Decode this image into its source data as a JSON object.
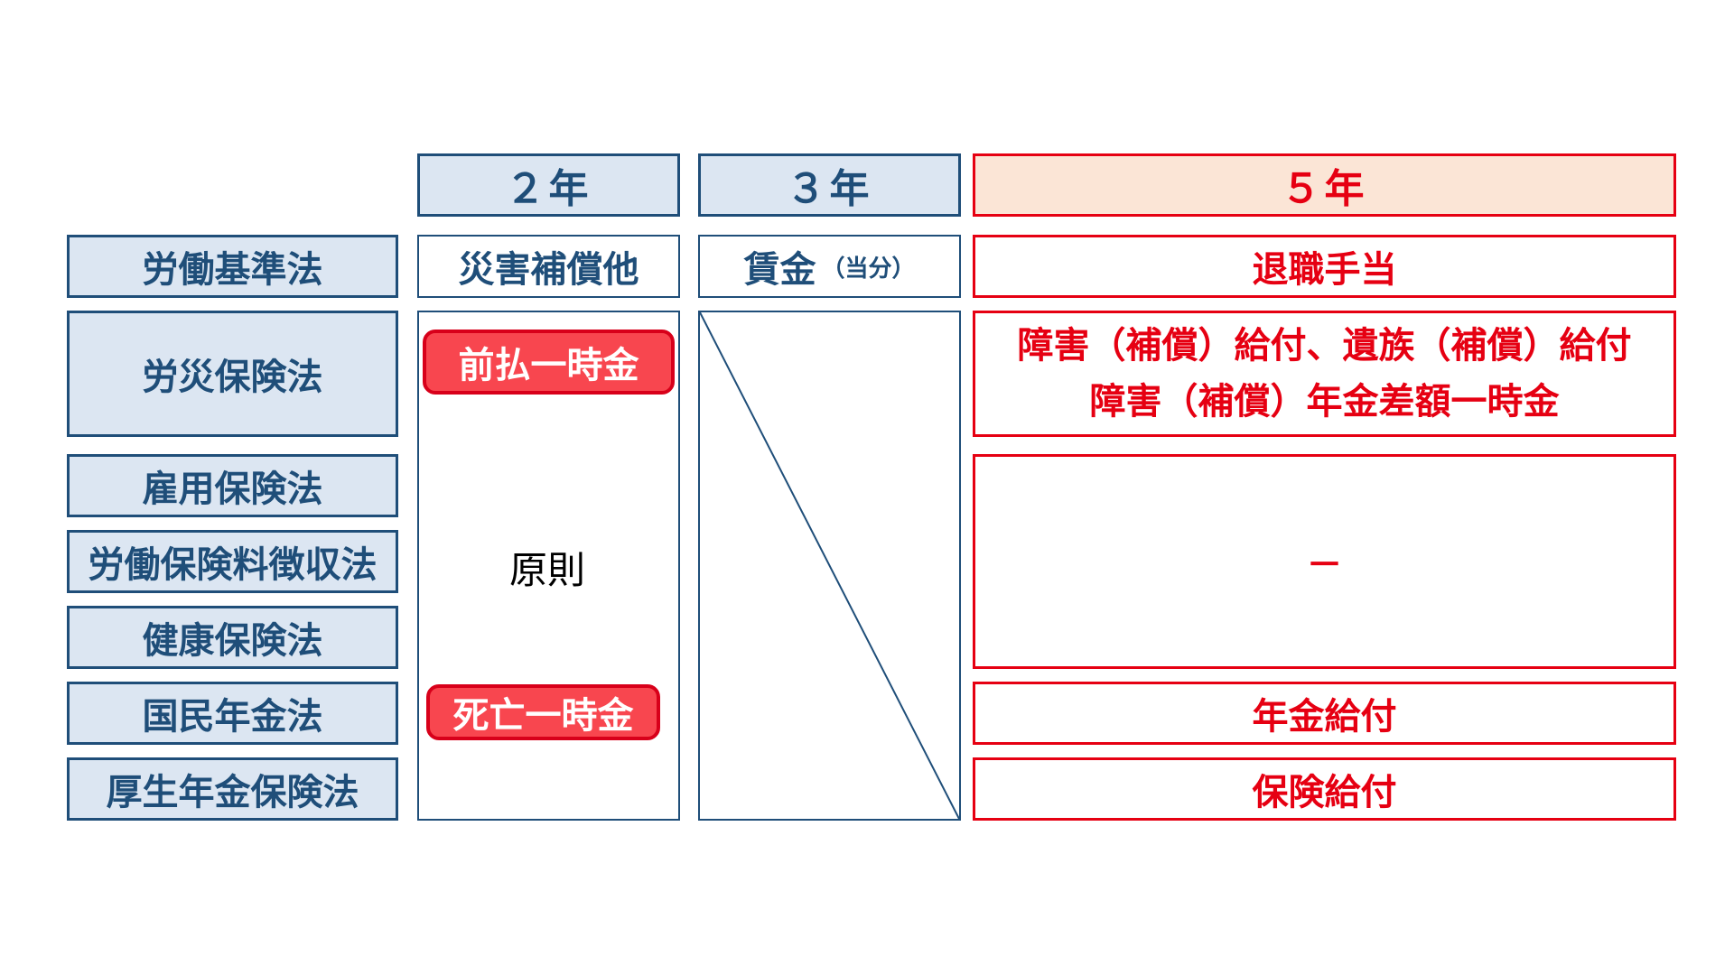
{
  "headers": {
    "col1": "２年",
    "col2": "３年",
    "col3": "５年"
  },
  "laws": [
    "労働基準法",
    "労災保険法",
    "雇用保険法",
    "労働保険料徴収法",
    "健康保険法",
    "国民年金法",
    "厚生年金保険法"
  ],
  "labour_standards": {
    "col1": "災害補償他",
    "col2_main": "賃金",
    "col2_note": "（当分）",
    "col3": "退職手当"
  },
  "two_year": {
    "rule": "原則",
    "highlight_rousai": "前払一時金",
    "highlight_nenkin": "死亡一時金"
  },
  "five_year": {
    "rousai_line1": "障害（補償）給付、遺族（補償）給付",
    "rousai_line2": "障害（補償）年金差額一時金",
    "none_mark": "－",
    "kokumin": "年金給付",
    "kousei": "保険給付"
  },
  "colors": {
    "navy": "#1f4e79",
    "light_blue": "#dce6f2",
    "red": "#e60012",
    "light_peach": "#fbe5d6",
    "pill_red": "#f8464f"
  }
}
